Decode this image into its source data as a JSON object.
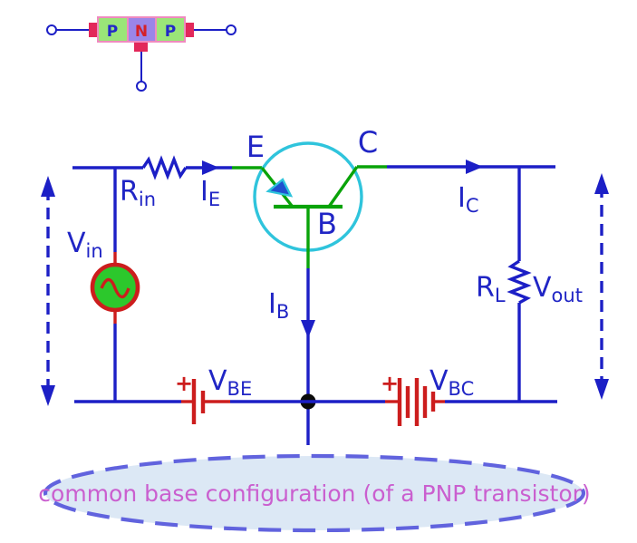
{
  "colors": {
    "wire": "#1c1fc6",
    "label": "#2025c5",
    "green": "#09a309",
    "cyan": "#2fc4dc",
    "red": "#cc1d1d",
    "crimson": "#e2285a",
    "pink_border": "#ef8abf",
    "p_fill": "#9ae578",
    "n_fill": "#9a85e8",
    "src_fill": "#2cc82c",
    "dot": "#0a0a0a",
    "arrow_fill": "#2050cf",
    "p_letter": "#2228c8",
    "n_letter": "#d42028",
    "ellipse_fill": "#dce8f5",
    "ellipse_border": "#6163de",
    "caption": "#ca5fcf"
  },
  "pnp_block": {
    "left_region": "P",
    "middle_region": "N",
    "right_region": "P"
  },
  "transistor": {
    "emitter": "E",
    "collector": "C",
    "base": "B"
  },
  "labels": {
    "r_in": {
      "main": "R",
      "sub": "in"
    },
    "i_e": {
      "main": "I",
      "sub": "E"
    },
    "i_c": {
      "main": "I",
      "sub": "C"
    },
    "i_b": {
      "main": "I",
      "sub": "B"
    },
    "v_in": {
      "main": "V",
      "sub": "in"
    },
    "r_l": {
      "main": "R",
      "sub": "L"
    },
    "v_out": {
      "main": "V",
      "sub": "out"
    },
    "v_be": {
      "main": "V",
      "sub": "BE"
    },
    "v_bc": {
      "main": "V",
      "sub": "BC"
    },
    "plus_left": "+",
    "plus_right": "+"
  },
  "caption": "common base configuration (of a PNP transistor)"
}
